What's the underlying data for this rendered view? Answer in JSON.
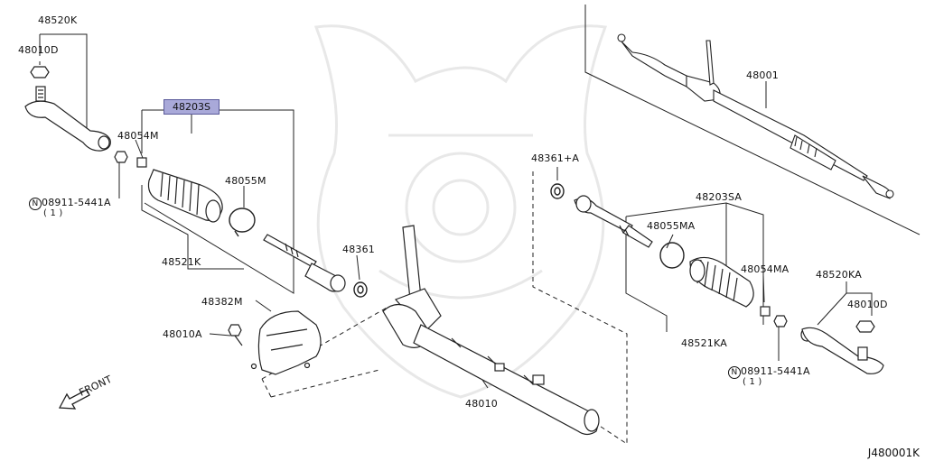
{
  "parts": {
    "tie_rod_end_left": "48520K",
    "nut_left_top": "48010D",
    "nut_left_small": "48054M",
    "boot_part_highlight": "48203S",
    "clamp_left": "48055M",
    "nut_symbol": "N",
    "nut_left_spec": "08911-5441A",
    "nut_left_qty": "( 1 )",
    "inner_socket_left": "48521K",
    "seal_left": "48361",
    "cover": "48382M",
    "bolt": "48010A",
    "gear_housing": "48010",
    "assembly": "48001",
    "seal_right": "48361+A",
    "boot_kit_right": "48203SA",
    "clamp_right": "48055MA",
    "nut_right_small": "48054MA",
    "tie_rod_end_right": "48520KA",
    "nut_right_top": "48010D",
    "inner_socket_right": "48521KA",
    "nut_right_spec": "08911-5441A",
    "nut_right_qty": "( 1 )"
  },
  "direction_label": "FRONT",
  "diagram_code": "J480001K",
  "colors": {
    "highlight": "#a9a9d9",
    "line": "#222222",
    "watermark": "#e6e6e6"
  }
}
